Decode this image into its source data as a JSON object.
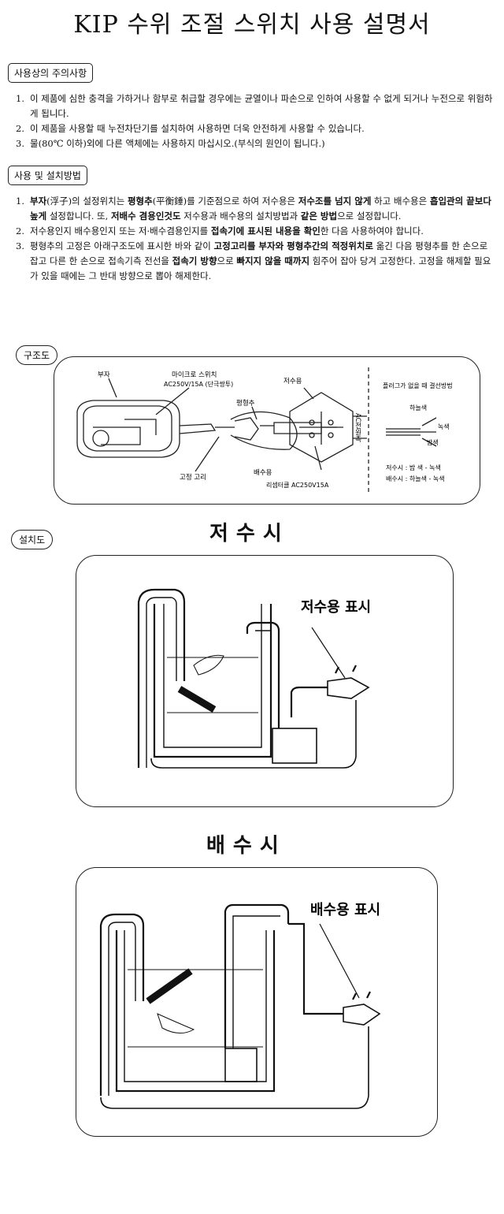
{
  "title": "KIP 수위 조절 스위치 사용 설명서",
  "caution": {
    "header": "사용상의 주의사항",
    "items": [
      {
        "num": "1.",
        "text": "이 제품에 심한 충격을 가하거나 함부로 취급할 경우에는 균열이나 파손으로 인하여 사용할 수 없게 되거나 누전으로 위험하게 됩니다."
      },
      {
        "num": "2.",
        "text": "이 제품을 사용할 때 누전차단기를 설치하여 사용하면 더욱 안전하게 사용할 수 있습니다."
      },
      {
        "num": "3.",
        "text": "물(80℃ 이하)외에 다른 액체에는 사용하지 마십시오.(부식의 원인이 됩니다.)"
      }
    ]
  },
  "install": {
    "header": "사용 및 설치방법",
    "items": [
      {
        "num": "1.",
        "parts": [
          [
            "b",
            "부자"
          ],
          [
            "n",
            "(浮子)의 설정위치는 "
          ],
          [
            "b",
            "평형추"
          ],
          [
            "n",
            "(平衡錘)를 기준점으로 하여 저수용은 "
          ],
          [
            "b",
            "저수조를 넘지 않게"
          ],
          [
            "n",
            " 하고 배수용은 "
          ],
          [
            "b",
            "흡입관의 끝보다 높게"
          ],
          [
            "n",
            " 설정합니다. 또, "
          ],
          [
            "b",
            "저배수 겸용인것도"
          ],
          [
            "n",
            " 저수용과 배수용의 설치방법과 "
          ],
          [
            "b",
            "같은 방법"
          ],
          [
            "n",
            "으로 설정합니다."
          ]
        ]
      },
      {
        "num": "2.",
        "parts": [
          [
            "n",
            "저수용인지 배수용인지 또는 저·배수겸용인지를 "
          ],
          [
            "b",
            "접속기에 표시된 내용을 확인"
          ],
          [
            "n",
            "한 다음 사용하여야 합니다."
          ]
        ]
      },
      {
        "num": "3.",
        "parts": [
          [
            "n",
            "평형추의 고정은 아래구조도에 표시한 바와 같이 "
          ],
          [
            "b",
            "고정고리를 부자와 평형추간의 적정위치로"
          ],
          [
            "n",
            " 옮긴 다음 평형추를 한 손으로 잡고 다른 한 손으로 접속기측 전선을 "
          ],
          [
            "b",
            "접속기 방향"
          ],
          [
            "n",
            "으로 "
          ],
          [
            "b",
            "빠지지 않을 때까지"
          ],
          [
            "n",
            " 힘주어 잡아 당겨 고정한다. 고정을 해제할 필요가 있을 때에는 그 반대 방향으로 뽑아 해제한다."
          ]
        ]
      }
    ]
  },
  "structure": {
    "header": "구조도",
    "labels": {
      "float": "부자",
      "micro": "마이크로 스위치",
      "rating": "AC250V/15A (단극쌍투)",
      "weight": "평형추",
      "fix_ring": "고정 고리",
      "supply": "저수용",
      "drain": "배수용",
      "receptacle": "리셉터클 AC250V15A",
      "ac_side": "AC전원측",
      "wiring_title": "플러그가 없을 때 결선방법",
      "sky": "하늘색",
      "green": "녹색",
      "brown": "밤색",
      "supply_wiring": "저수시 : 밤 색 - 녹색",
      "drain_wiring": "배수시 : 하늘색 - 녹색"
    }
  },
  "setup": {
    "header": "설치도",
    "supply_caption": "저수시",
    "supply_mark": "저수용 표시",
    "drain_caption": "배수시",
    "drain_mark": "배수용 표시"
  }
}
